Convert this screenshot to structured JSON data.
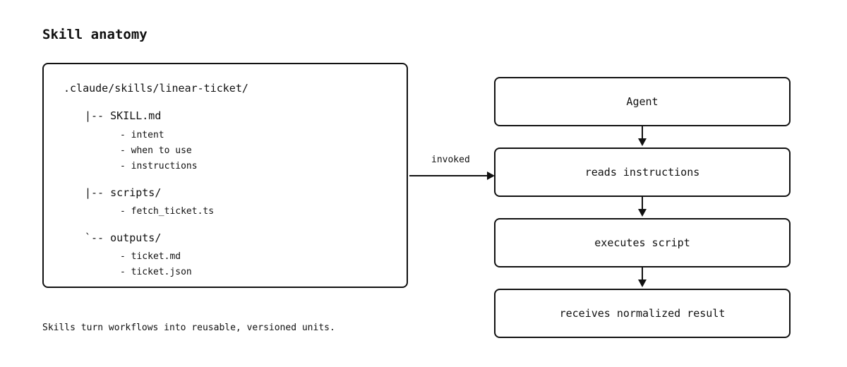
{
  "title": "Skill anatomy",
  "tree": {
    "root": ".claude/skills/linear-ticket/",
    "nodes": [
      {
        "label": "|-- SKILL.md",
        "children": [
          "- intent",
          "- when to use",
          "- instructions"
        ]
      },
      {
        "label": "|-- scripts/",
        "children": [
          "- fetch_ticket.ts"
        ]
      },
      {
        "label": "`-- outputs/",
        "children": [
          "- ticket.md",
          "- ticket.json"
        ]
      }
    ]
  },
  "connector_label": "invoked",
  "flow": [
    "Agent",
    "reads instructions",
    "executes script",
    "receives normalized result"
  ],
  "footnote": "Skills turn workflows into reusable, versioned units."
}
